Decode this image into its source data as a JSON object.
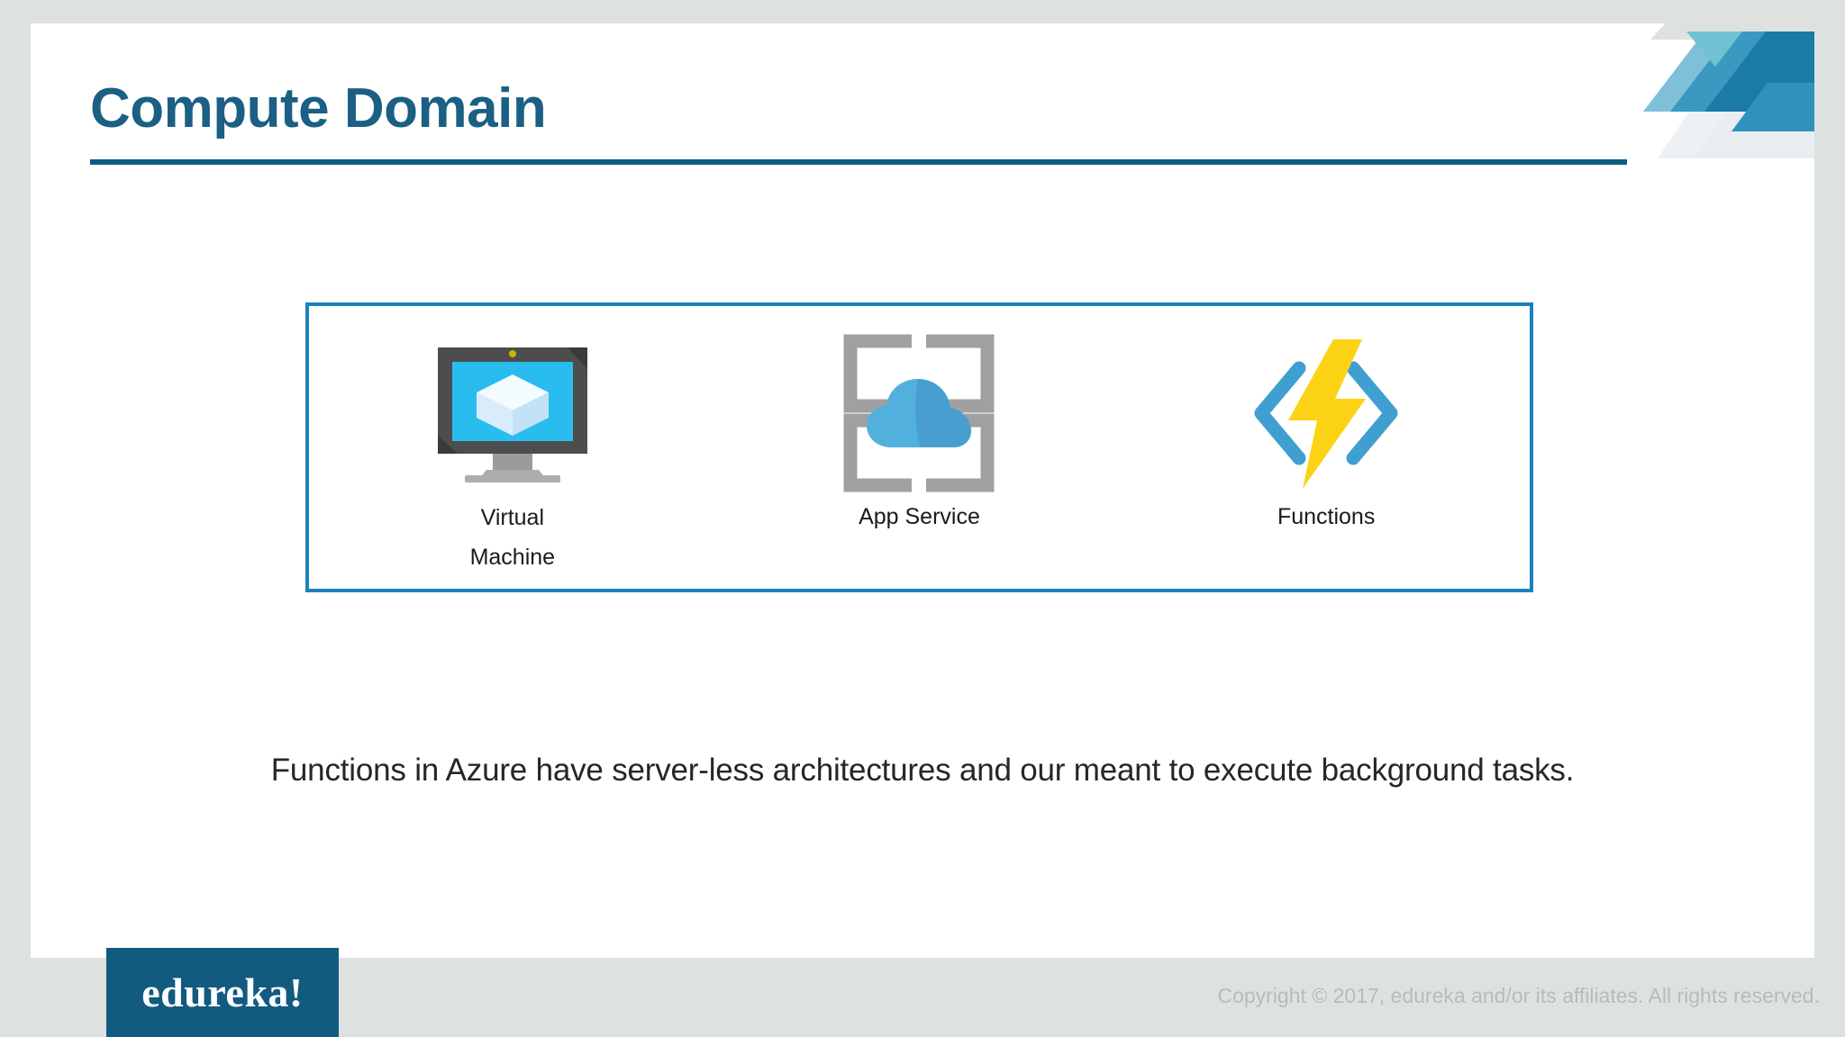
{
  "slide": {
    "title": "Compute Domain",
    "body_text": "Functions in Azure have server-less architectures and our meant to execute background tasks."
  },
  "services": [
    {
      "label_line1": "Virtual",
      "label_line2": "Machine",
      "icon": "virtual-machine-icon"
    },
    {
      "label_line1": "App Service",
      "label_line2": "",
      "icon": "app-service-cloud-icon"
    },
    {
      "label_line1": "Functions",
      "label_line2": "",
      "icon": "azure-functions-bolt-icon"
    }
  ],
  "footer": {
    "logo_text": "edureka!",
    "copyright": "Copyright © 2017, edureka and/or its affiliates. All rights reserved."
  },
  "colors": {
    "title": "#1b5f84",
    "title_rule": "#0d5c80",
    "panel_border": "#1b82bc",
    "logo_bg": "#125a80",
    "page_bg": "#dde2e1",
    "slide_bg": "#ffffff",
    "body_text": "#262626",
    "copyright": "#b5bcbc",
    "vm_screen": "#29bdef",
    "vm_bezel": "#4d4d4d",
    "app_service_bracket": "#a0a0a0",
    "app_service_cloud": "#52b0dd",
    "functions_bracket": "#3f9fd0",
    "functions_bolt": "#fbd314"
  }
}
